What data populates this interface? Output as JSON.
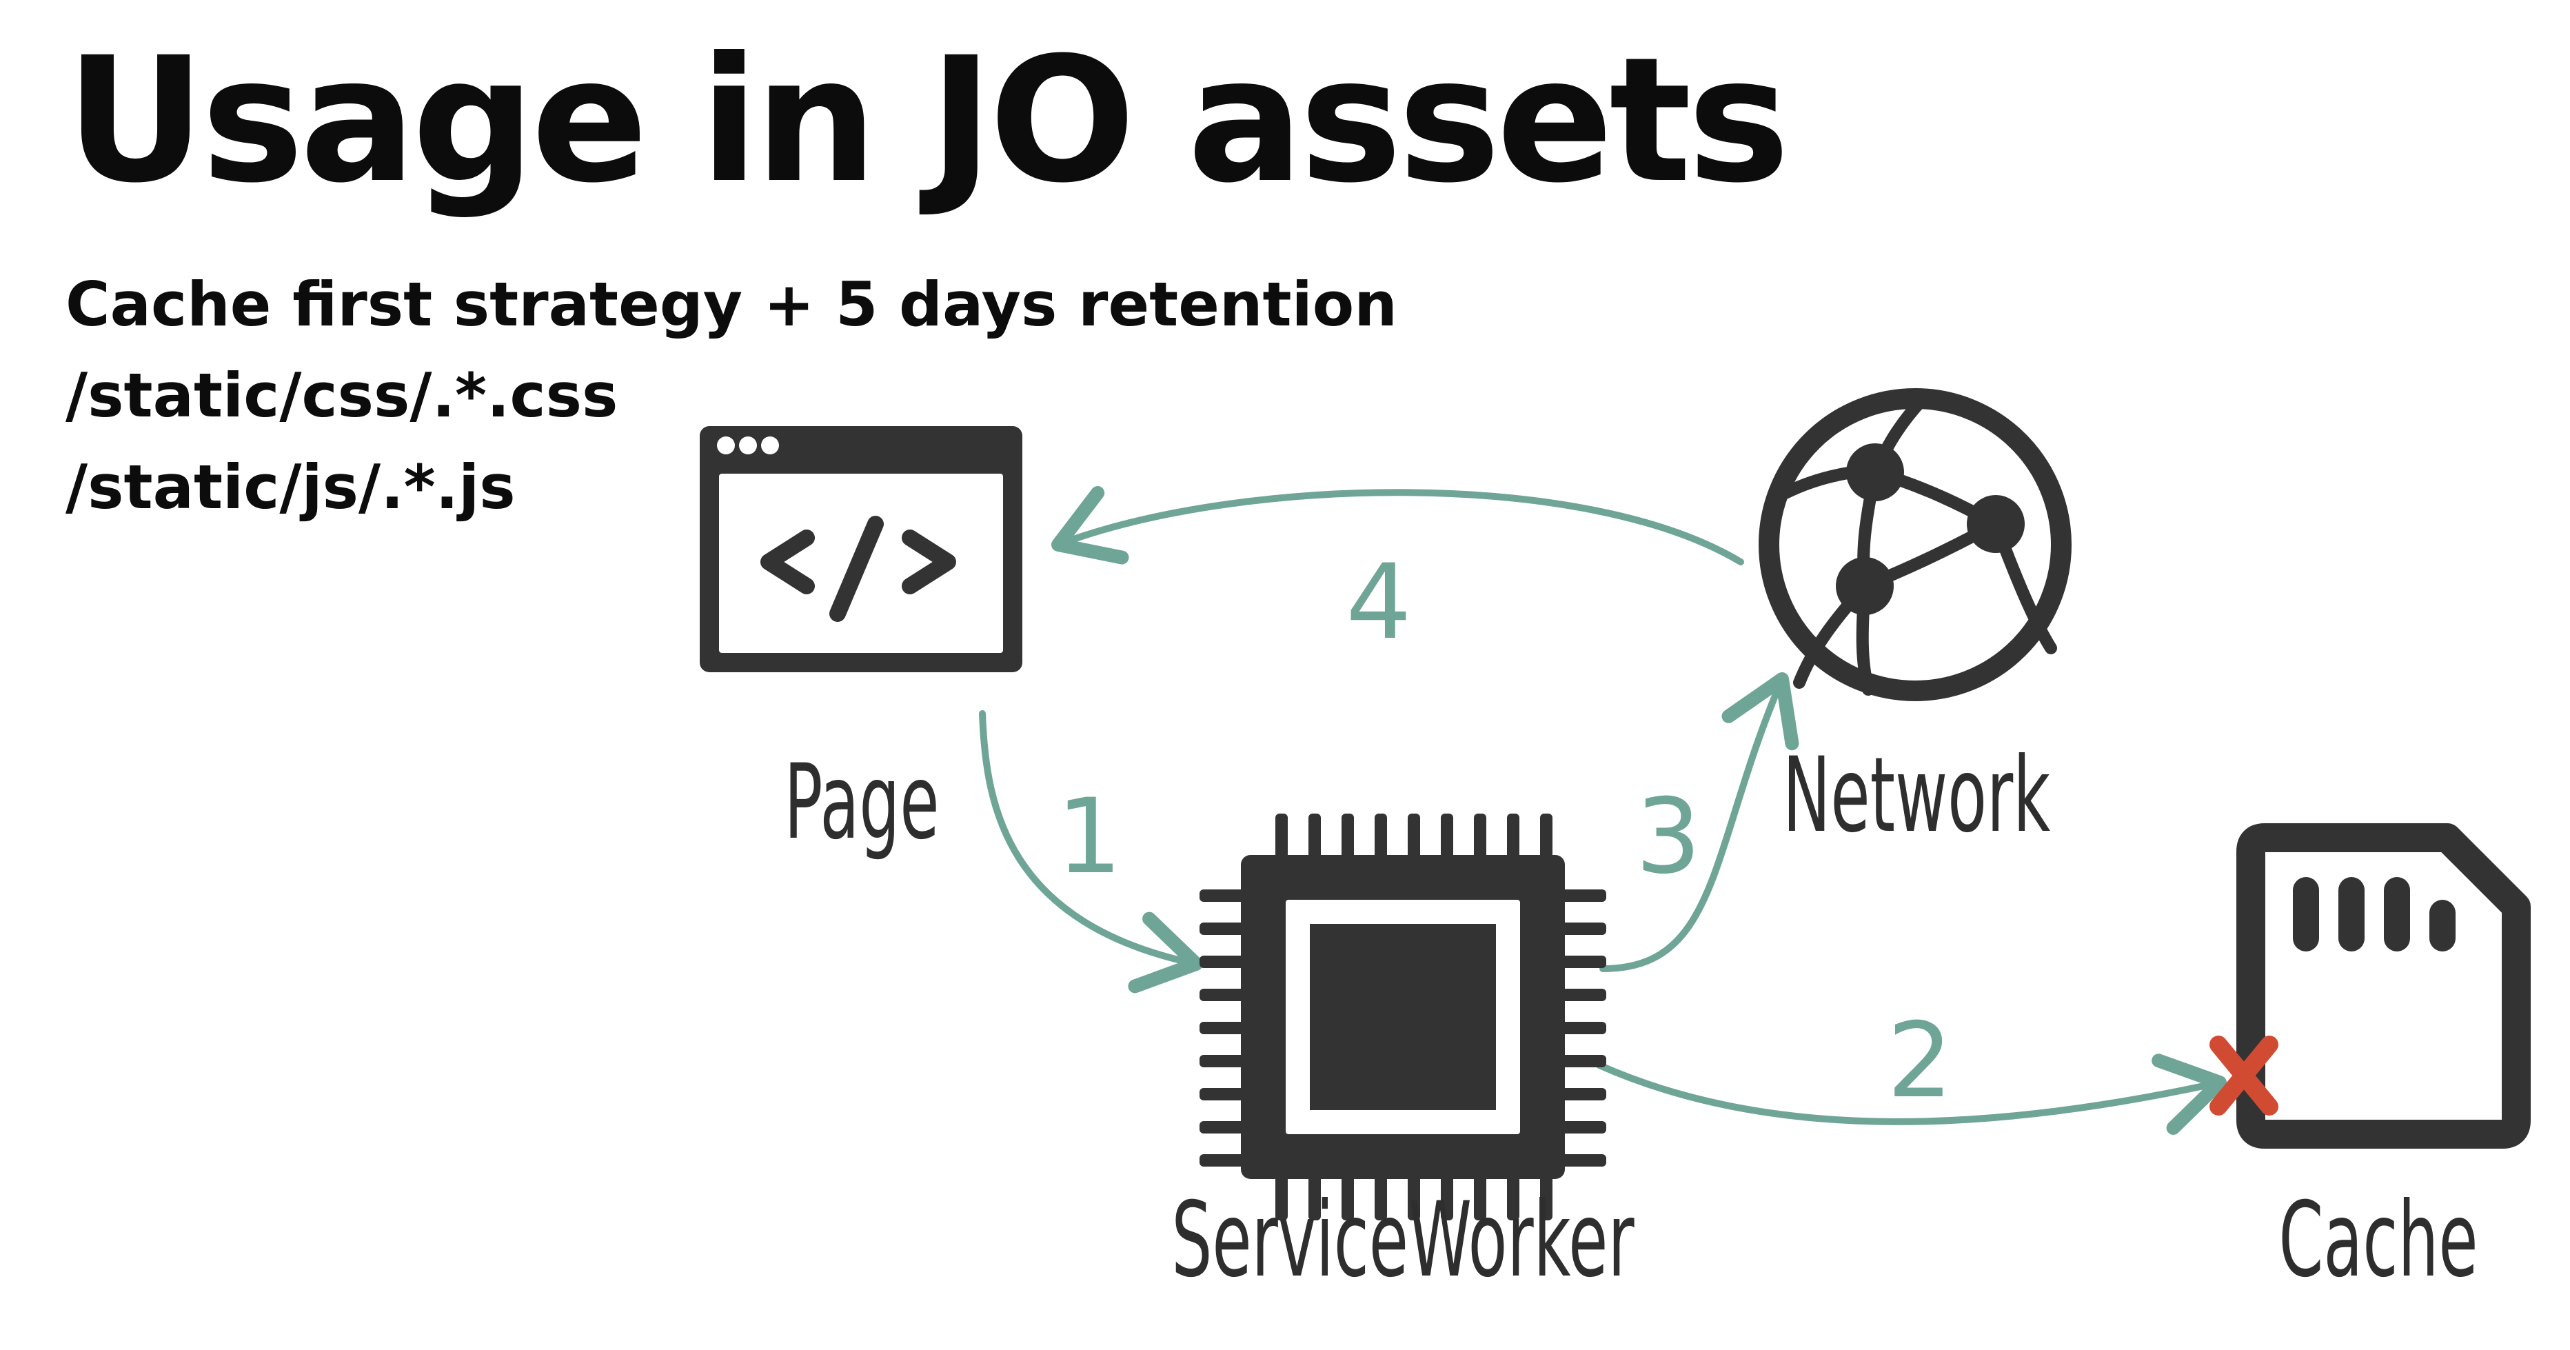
{
  "slide": {
    "title": "Usage in JO assets",
    "subtitle_lines": [
      "Cache first strategy + 5 days retention",
      "/static/css/.*.css",
      "/static/js/.*.js"
    ]
  },
  "diagram": {
    "nodes": {
      "page": {
        "label": "Page",
        "icon": "code-window-icon"
      },
      "network": {
        "label": "Network",
        "icon": "globe-network-icon"
      },
      "service_worker": {
        "label": "ServiceWorker",
        "icon": "cpu-chip-icon"
      },
      "cache": {
        "label": "Cache",
        "icon": "sd-card-icon"
      }
    },
    "edges": [
      {
        "from": "page",
        "to": "service_worker",
        "step": "1"
      },
      {
        "from": "service_worker",
        "to": "cache",
        "step": "2",
        "status": "miss",
        "marker": "red-x-icon"
      },
      {
        "from": "service_worker",
        "to": "network",
        "step": "3"
      },
      {
        "from": "network",
        "to": "page",
        "step": "4"
      }
    ],
    "colors": {
      "arrow": "#6fa597",
      "icon": "#333333",
      "miss_marker": "#d14b32"
    }
  }
}
